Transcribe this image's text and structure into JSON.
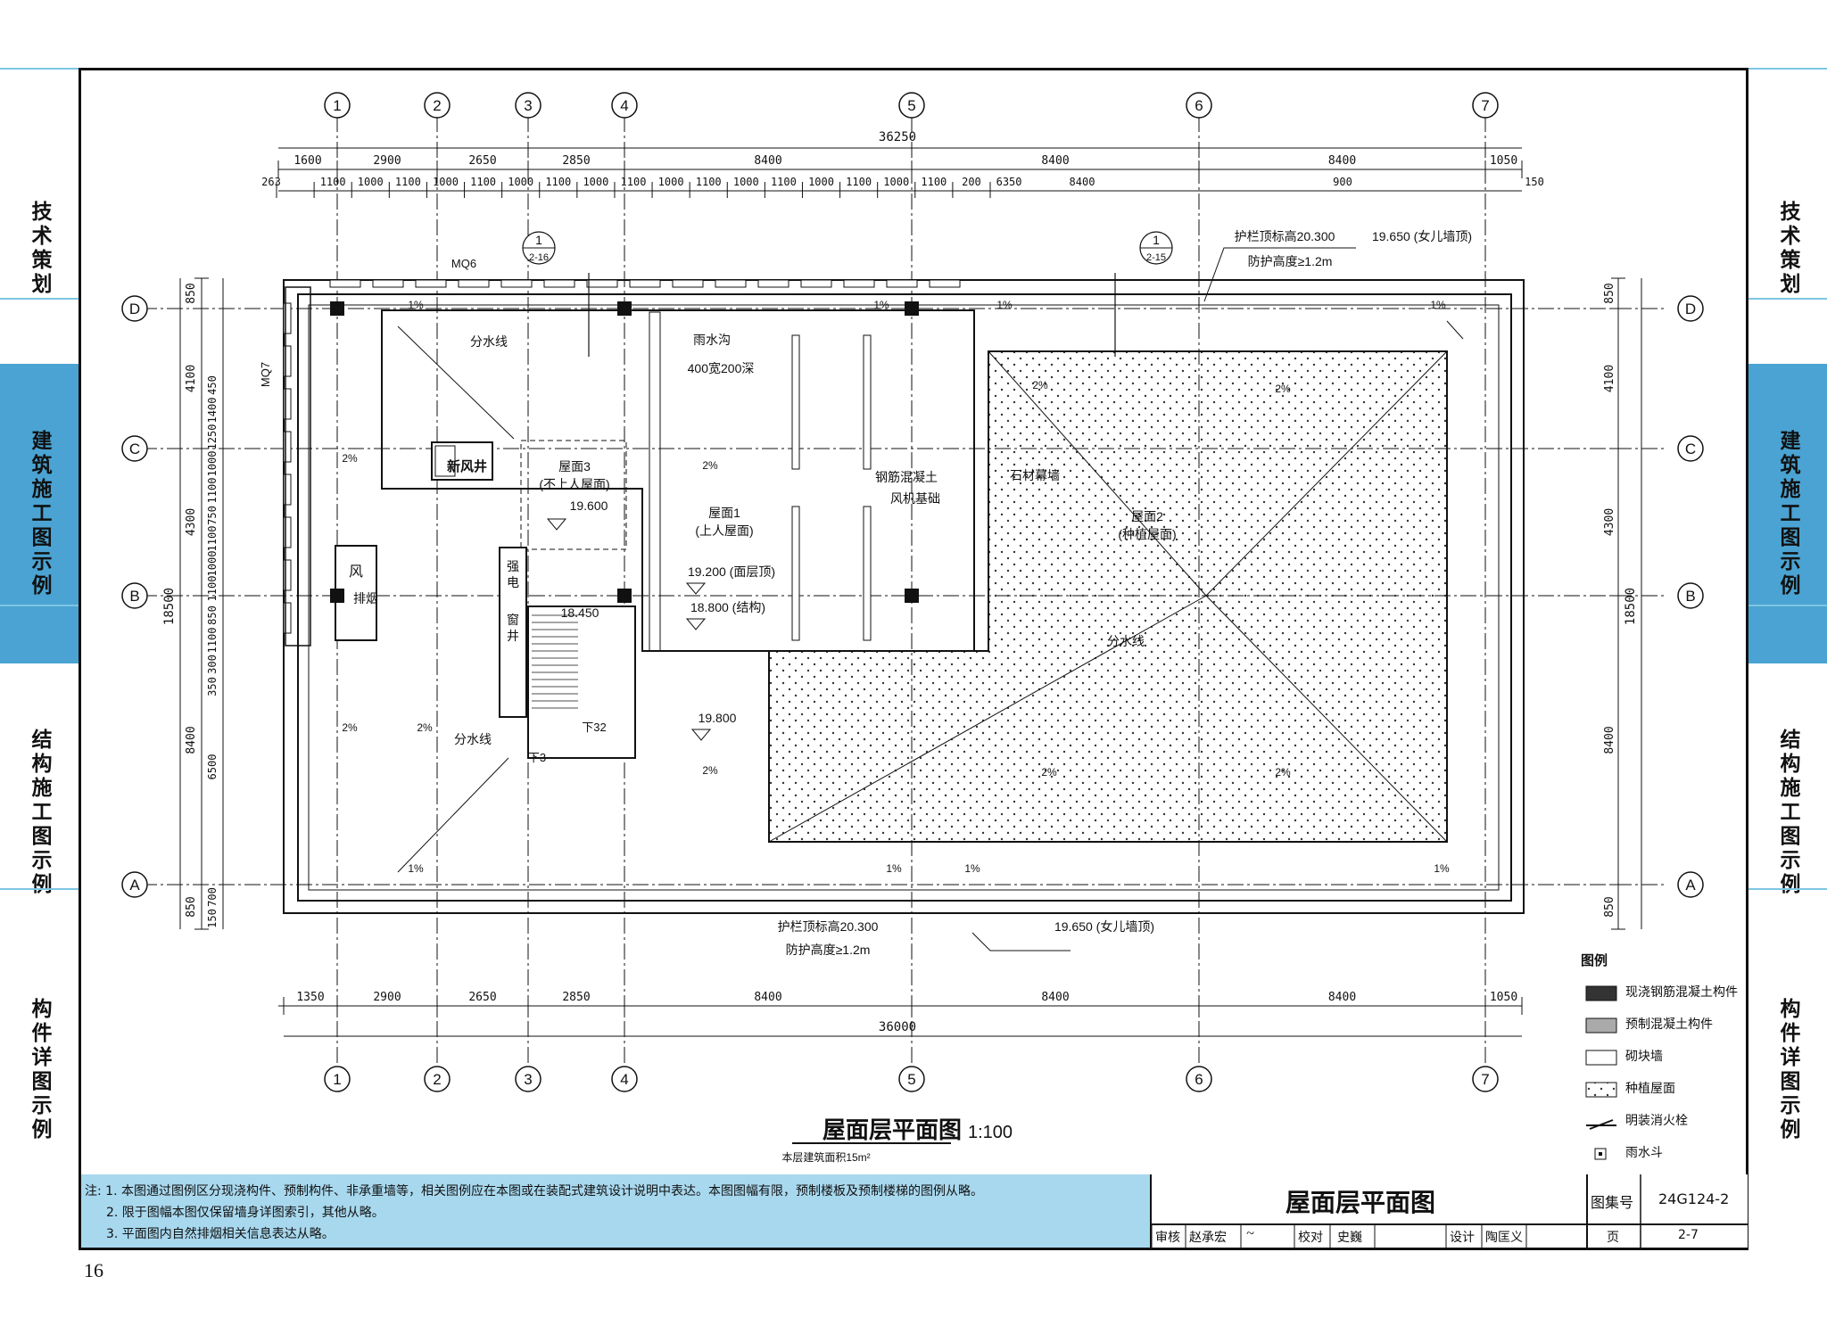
{
  "side_tabs": {
    "left": [
      "技术策划",
      "建筑施工图示例",
      "结构施工图示例",
      "构件详图示例"
    ],
    "right": [
      "技术策划",
      "建筑施工图示例",
      "结构施工图示例",
      "构件详图示例"
    ],
    "active": "建筑施工图示例",
    "active_color": "#4aa3d2"
  },
  "axes": {
    "vertical": [
      "1",
      "2",
      "3",
      "4",
      "5",
      "6",
      "7"
    ],
    "horizontal": [
      "D",
      "C",
      "B",
      "A"
    ]
  },
  "dimensions": {
    "top_total": "36250",
    "top_row1": [
      "1600",
      "2900",
      "2650",
      "2850",
      "8400",
      "8400",
      "8400",
      "1050"
    ],
    "top_row2": [
      "263",
      "1100",
      "1000",
      "1100",
      "1000",
      "1100",
      "1000",
      "1100",
      "1000",
      "1100",
      "1000",
      "1100",
      "1000",
      "1100",
      "1000",
      "1100",
      "1000",
      "1100",
      "200",
      "6350",
      "8400",
      "900",
      "150"
    ],
    "bottom_row": [
      "1350",
      "2900",
      "2650",
      "2850",
      "8400",
      "8400",
      "8400",
      "1050"
    ],
    "bottom_total": "36000",
    "left_total": "18500",
    "left_bays": [
      "850",
      "4100",
      "4300",
      "8400",
      "850"
    ],
    "left_detail": [
      "150",
      "700",
      "6500",
      "350",
      "300",
      "1100",
      "850",
      "1100",
      "1000",
      "1100",
      "750",
      "1100",
      "1000",
      "1250",
      "1400",
      "450"
    ],
    "right_total": "18500",
    "right_bays": [
      "850",
      "4100",
      "4300",
      "8400",
      "850"
    ]
  },
  "annotations": {
    "mq6": "MQ6",
    "mq7": "MQ7",
    "fenshuixian": "分水线",
    "yushuigou": "雨水沟",
    "yushuigou_size": "400宽200深",
    "xinfengjing": "新风井",
    "wumian3": "屋面3",
    "wumian3_sub": "(不上人屋面)",
    "wumian3_elev": "19.600",
    "wumian1": "屋面1",
    "wumian1_sub": "(上人屋面)",
    "elev_1920": "19.200 (面层顶)",
    "elev_1880": "18.800 (结构)",
    "elev_1980": "19.800",
    "elev_18450": "18.450",
    "gangjin": "钢筋混凝土",
    "fengji": "风机基础",
    "shipi": "石材幕墙",
    "wumian2": "屋面2",
    "wumian2_sub": "(种植屋面)",
    "huolan_top": "护栏顶标高20.300",
    "fanghu_top": "防护高度≥1.2m",
    "nverqiang_top": "19.650 (女儿墙顶)",
    "huolan_bottom": "护栏顶标高20.300",
    "fanghu_bottom": "防护高度≥1.2m",
    "nverqiang_bottom": "19.650 (女儿墙顶)",
    "qiangdian": "强电",
    "chuangjing": "窗井",
    "feng": "风",
    "paiyan": "排烟",
    "xia3": "下3",
    "xia32": "下32",
    "detail1_num": "1",
    "detail1_ref": "2-16",
    "detail2_num": "1",
    "detail2_ref": "2-15",
    "slope_2": "2%",
    "slope_1": "1%"
  },
  "drawing_title": "屋面层平面图",
  "drawing_scale": "1:100",
  "drawing_area": "本层建筑面积15m²",
  "legend": {
    "title": "图例",
    "items": [
      "现浇钢筋混凝土构件",
      "预制混凝土构件",
      "砌块墙",
      "种植屋面",
      "明装消火栓",
      "雨水斗"
    ]
  },
  "notes": [
    "注: 1. 本图通过图例区分现浇构件、预制构件、非承重墙等，相关图例应在本图或在装配式建筑设计说明中表达。本图图幅有限，预制楼板及预制楼梯的图例从略。",
    "2. 限于图幅本图仅保留墙身详图索引，其他从略。",
    "3. 平面图内自然排烟相关信息表达从略。"
  ],
  "title_block": {
    "title": "屋面层平面图",
    "atlas_label": "图集号",
    "atlas_no": "24G124-2",
    "review_label": "审核",
    "reviewer": "赵承宏",
    "check_label": "校对",
    "checker": "史巍",
    "design_label": "设计",
    "designer": "陶匡义",
    "page_label": "页",
    "page_no": "2-7"
  },
  "page_number": "16"
}
